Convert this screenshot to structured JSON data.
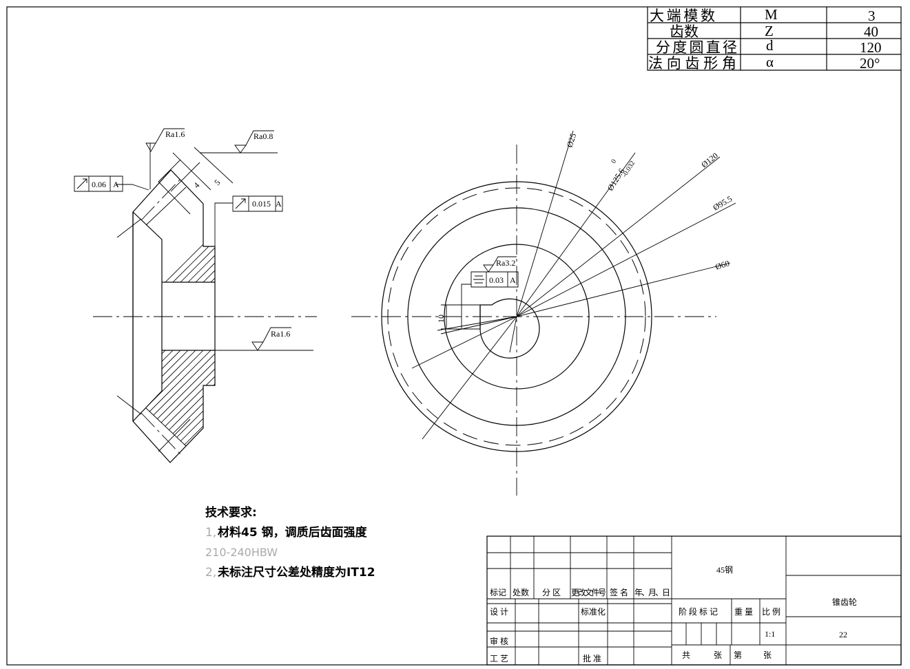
{
  "params_table": {
    "rows": [
      {
        "label": "大端模数",
        "symbol": "M",
        "value": "3"
      },
      {
        "label": "齿数",
        "symbol": "Z",
        "value": "40"
      },
      {
        "label": "分度圆直径",
        "symbol": "d",
        "value": "120"
      },
      {
        "label": "法向齿形角",
        "symbol": "α",
        "value": "20°"
      }
    ]
  },
  "section_view": {
    "roughness_top": "Ra1.6",
    "roughness_face": "Ra0.8",
    "roughness_bore": "Ra1.6",
    "runout_1": {
      "value": "0.06",
      "datum": "A"
    },
    "runout_2": {
      "value": "0.015",
      "datum": "A"
    },
    "dim_4": "4",
    "dim_5": "5"
  },
  "front_view": {
    "dim_d25": "Ø25",
    "dim_d125": "Ø125.6",
    "dim_d125_tol_upper": "0",
    "dim_d125_tol_lower": "-0.032",
    "dim_d120": "Ø120",
    "dim_d95": "Ø95.5",
    "dim_d60": "Ø60",
    "dim_keyway": "10",
    "roughness_keyway": "Ra3.2",
    "symmetry": {
      "value": "0.03",
      "datum": "A"
    }
  },
  "requirements": {
    "title": "技术要求:",
    "item1_num": "1,",
    "item1_text": "材料45 钢，调质后齿面强度",
    "item1_cont": "210-240HBW",
    "item2_num": "2,",
    "item2_text": "未标注尺寸公差处精度为IT12"
  },
  "title_block": {
    "material": "45钢",
    "part_name": "锥齿轮",
    "drawing_no": "22",
    "scale": "1:1",
    "h_mark": "标记",
    "h_count": "处数",
    "h_zone": "分 区",
    "h_docno": "更改文件号",
    "h_sign": "签 名",
    "h_date": "年、月、日",
    "design": "设 计",
    "standard": "标准化",
    "review": "审 核",
    "process": "工 艺",
    "approve": "批 准",
    "stage": "阶 段 标 记",
    "weight": "重 量",
    "ratio": "比 例",
    "total": "共",
    "sheets": "张",
    "sheet_no": "第",
    "sheets2": "张"
  }
}
